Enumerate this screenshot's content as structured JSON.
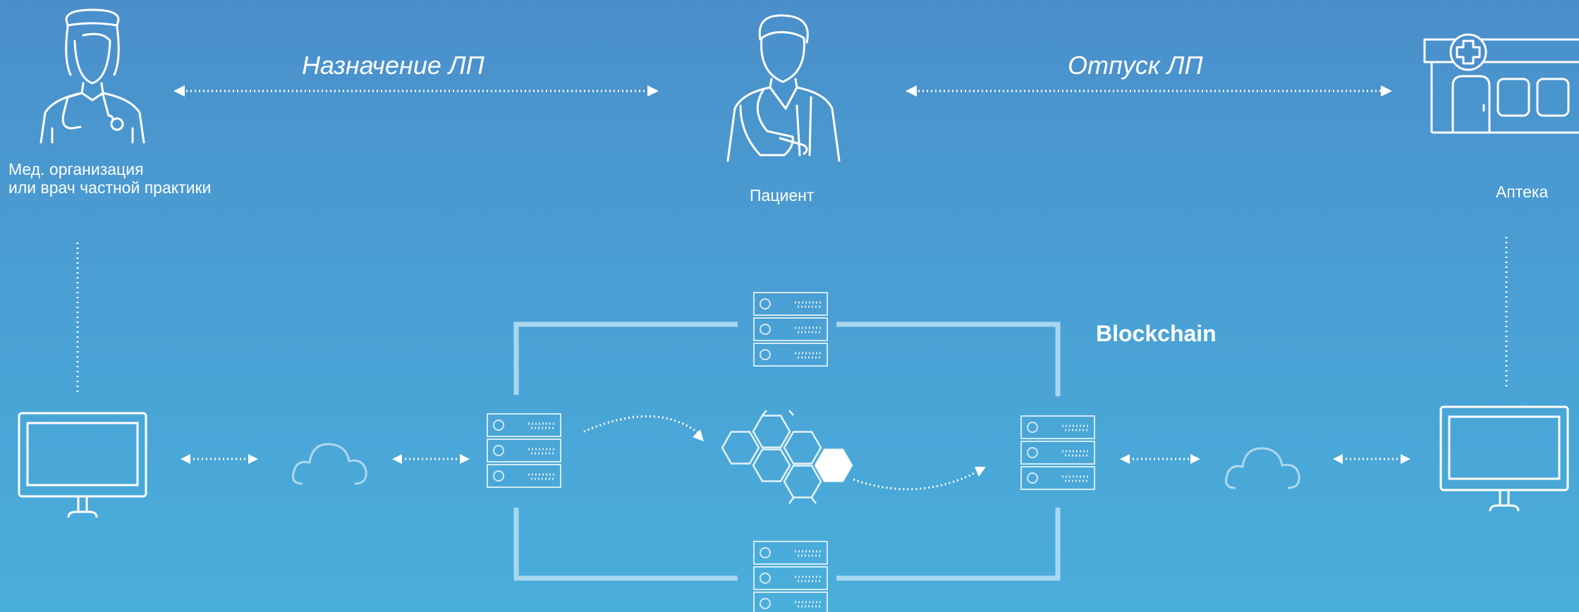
{
  "flows": {
    "prescription": "Назначение ЛП",
    "dispensing": "Отпуск ЛП"
  },
  "roles": {
    "doctor_line1": "Мед. организация",
    "doctor_line2": "или врач частной практики",
    "patient": "Пациент",
    "pharmacy": "Аптека"
  },
  "network": {
    "label": "Blockchain"
  },
  "colors": {
    "background_top": "#4a8fcb",
    "background_bottom": "#4aaedb",
    "line": "#ffffff",
    "frame": "#a9d6ef"
  }
}
